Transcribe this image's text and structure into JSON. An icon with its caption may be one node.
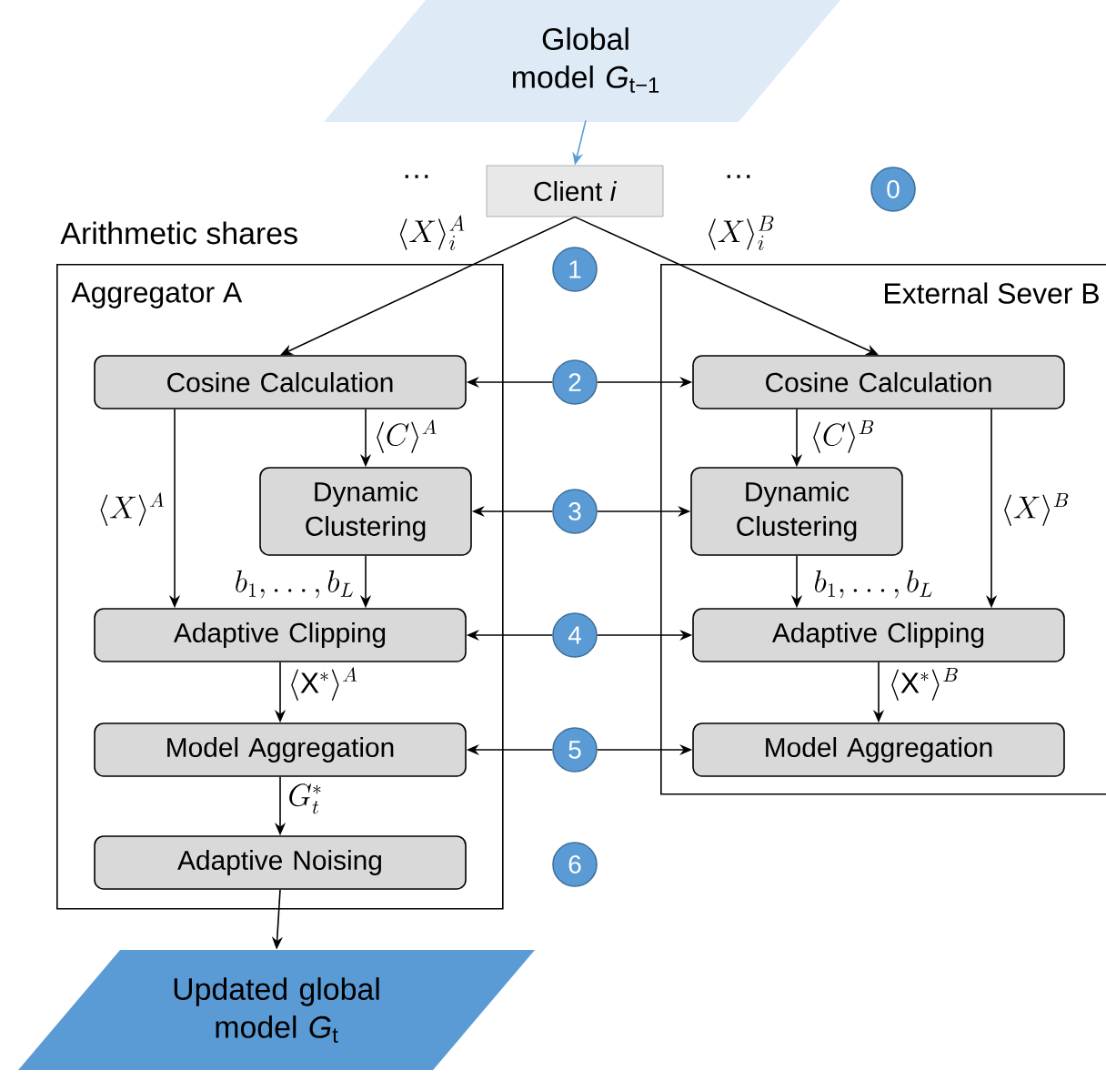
{
  "diagram": {
    "nodes": [
      {
        "text": [
          "Global model *G*$_{t−1}$"
        ]
      },
      {
        "text": [
          "Client *i*"
        ]
      },
      {
        "text": [
          "Aggregator A"
        ]
      },
      {
        "text": [
          "External Sever B"
        ]
      },
      {
        "text": [
          "Cosine Calculation"
        ],
        "in": 2
      },
      {
        "text": [
          "Dynamic Clustering"
        ],
        "in": 2
      },
      {
        "text": [
          "Adaptive Clipping"
        ],
        "in": 2
      },
      {
        "text": [
          "Model Aggregation"
        ],
        "in": 2
      },
      {
        "text": [
          "Adaptive Noising"
        ],
        "in": 2
      },
      {
        "text": [
          "Cosine Calculation"
        ],
        "in": 3
      },
      {
        "text": [
          "Dynamic Clustering"
        ],
        "in": 3
      },
      {
        "text": [
          "Adaptive Clipping"
        ],
        "in": 3
      },
      {
        "text": [
          "Model Aggregation"
        ],
        "in": 3
      },
      {
        "text": [
          "Updated global model *G*$_{t}$"
        ]
      },
      {
        "text": [
          "0"
        ]
      },
      {
        "text": [
          "1"
        ]
      },
      {
        "text": [
          "2"
        ]
      },
      {
        "text": [
          "3"
        ]
      },
      {
        "text": [
          "4"
        ]
      },
      {
        "text": [
          "5"
        ]
      },
      {
        "text": [
          "6"
        ]
      }
    ],
    "edges": [
      {
        "from": 0,
        "to": 1,
        "arrow": "to",
        "color": "#5b9bd5"
      },
      {
        "from": 1,
        "to": 4,
        "arrow": "to"
      },
      {
        "from": 1,
        "to": 9,
        "arrow": "to"
      },
      {
        "from": 16,
        "to": 4,
        "arrow": "to"
      },
      {
        "from": 16,
        "to": 9,
        "arrow": "to"
      },
      {
        "from": 17,
        "to": 5,
        "arrow": "to"
      },
      {
        "from": 17,
        "to": 10,
        "arrow": "to"
      },
      {
        "from": 18,
        "to": 6,
        "arrow": "to"
      },
      {
        "from": 18,
        "to": 11,
        "arrow": "to"
      },
      {
        "from": 19,
        "to": 7,
        "arrow": "to"
      },
      {
        "from": 19,
        "to": 12,
        "arrow": "to"
      },
      {
        "from": 4,
        "to": 5,
        "arrow": "to",
        "label": "\\langle C\\rangle^A"
      },
      {
        "from": 4,
        "to": 6,
        "arrow": "to",
        "label": "\\langle X\\rangle^A"
      },
      {
        "from": 5,
        "to": 6,
        "arrow": "to",
        "label": "b_1,\\dots,b_L"
      },
      {
        "from": 6,
        "to": 7,
        "arrow": "to",
        "label": "\\langle \\mathrm{X}^{*}\\rangle^A"
      },
      {
        "from": 7,
        "to": 8,
        "arrow": "to",
        "label": "G_t^{*}"
      },
      {
        "from": 8,
        "to": 13,
        "arrow": "to"
      },
      {
        "from": 9,
        "to": 10,
        "arrow": "to",
        "label": "\\langle C\\rangle^B"
      },
      {
        "from": 9,
        "to": 11,
        "arrow": "to",
        "label": "\\langle X\\rangle^B"
      },
      {
        "from": 10,
        "to": 11,
        "arrow": "to",
        "label": "b_1,\\dots,b_L"
      },
      {
        "from": 11,
        "to": 12,
        "arrow": "to",
        "label": "\\langle \\mathrm{X}^{*}\\rangle^B"
      }
    ],
    "labels": [
      "…",
      "…",
      "Arithmetic shares",
      "\\langle X\\rangle_i^A",
      "\\langle X\\rangle_i^B"
    ]
  }
}
